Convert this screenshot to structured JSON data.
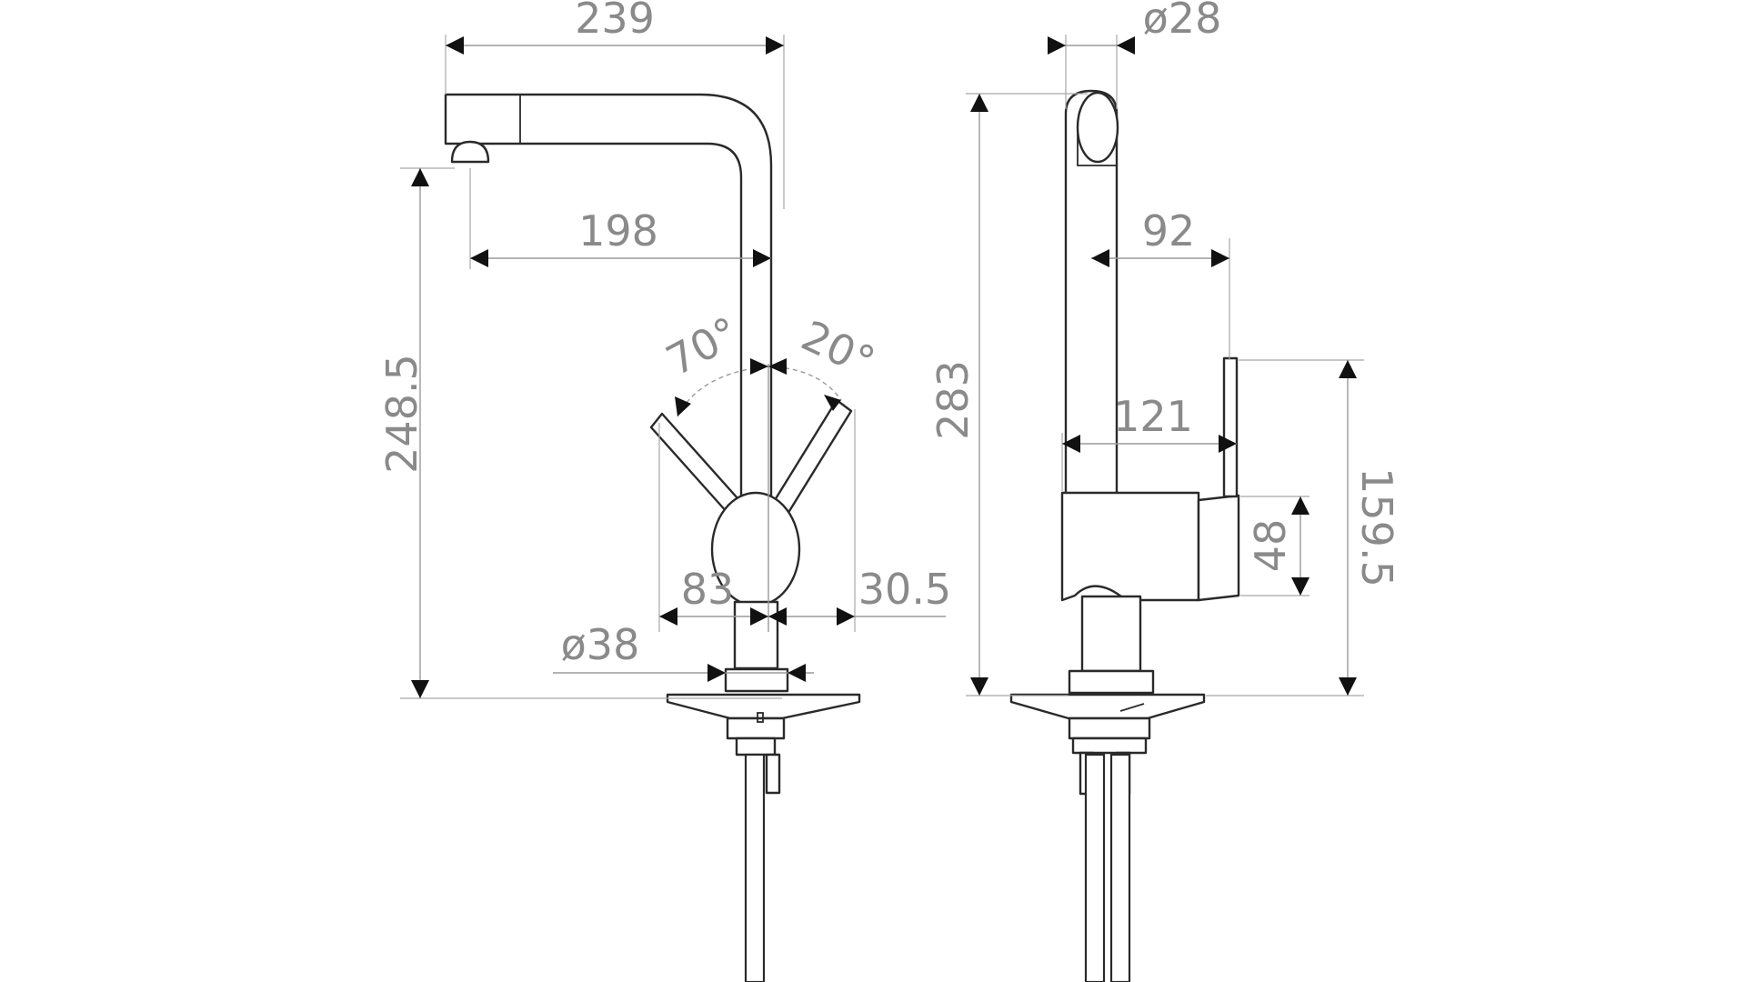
{
  "colors": {
    "outline": "#2a2a2a",
    "dimension": "#9a9a9a",
    "arrow": "#111111",
    "text": "#8a8a8a",
    "background": "#ffffff"
  },
  "front_view": {
    "spout_width": "239",
    "spout_reach": "198",
    "spout_height": "248.5",
    "lever_angle_left": "70°",
    "lever_angle_right": "20°",
    "lever_span_left": "83",
    "lever_span_right": "30.5",
    "base_diameter": "ø38"
  },
  "side_view": {
    "tube_diameter": "ø28",
    "total_height": "283",
    "handle_offset": "92",
    "body_depth": "121",
    "handle_height": "48",
    "handle_top_height": "159.5"
  }
}
